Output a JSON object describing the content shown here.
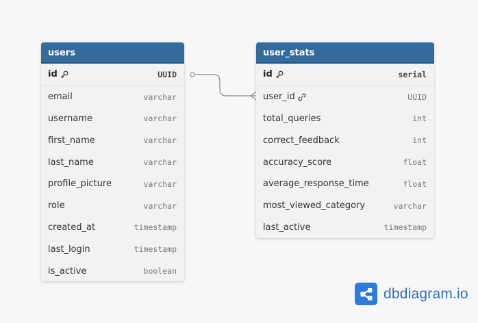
{
  "tables": {
    "users": {
      "name": "users",
      "fields": [
        {
          "name": "id",
          "type": "UUID"
        },
        {
          "name": "email",
          "type": "varchar"
        },
        {
          "name": "username",
          "type": "varchar"
        },
        {
          "name": "first_name",
          "type": "varchar"
        },
        {
          "name": "last_name",
          "type": "varchar"
        },
        {
          "name": "profile_picture",
          "type": "varchar"
        },
        {
          "name": "role",
          "type": "varchar"
        },
        {
          "name": "created_at",
          "type": "timestamp"
        },
        {
          "name": "last_login",
          "type": "timestamp"
        },
        {
          "name": "is_active",
          "type": "boolean"
        }
      ]
    },
    "user_stats": {
      "name": "user_stats",
      "fields": [
        {
          "name": "id",
          "type": "serial"
        },
        {
          "name": "user_id",
          "type": "UUID"
        },
        {
          "name": "total_queries",
          "type": "int"
        },
        {
          "name": "correct_feedback",
          "type": "int"
        },
        {
          "name": "accuracy_score",
          "type": "float"
        },
        {
          "name": "average_response_time",
          "type": "float"
        },
        {
          "name": "most_viewed_category",
          "type": "varchar"
        },
        {
          "name": "last_active",
          "type": "timestamp"
        }
      ]
    }
  },
  "relationship": {
    "from": "users.id",
    "to": "user_stats.user_id",
    "cardinality": "one-to-many"
  },
  "icons": {
    "primary_key": "key-icon",
    "foreign_key": "link-icon",
    "brand": "share-nodes-icon"
  },
  "brand": {
    "name": "dbdiagram.io"
  },
  "colors": {
    "header": "#336b9c",
    "brand": "#2e7bd8",
    "canvas": "#f7f7f7"
  }
}
